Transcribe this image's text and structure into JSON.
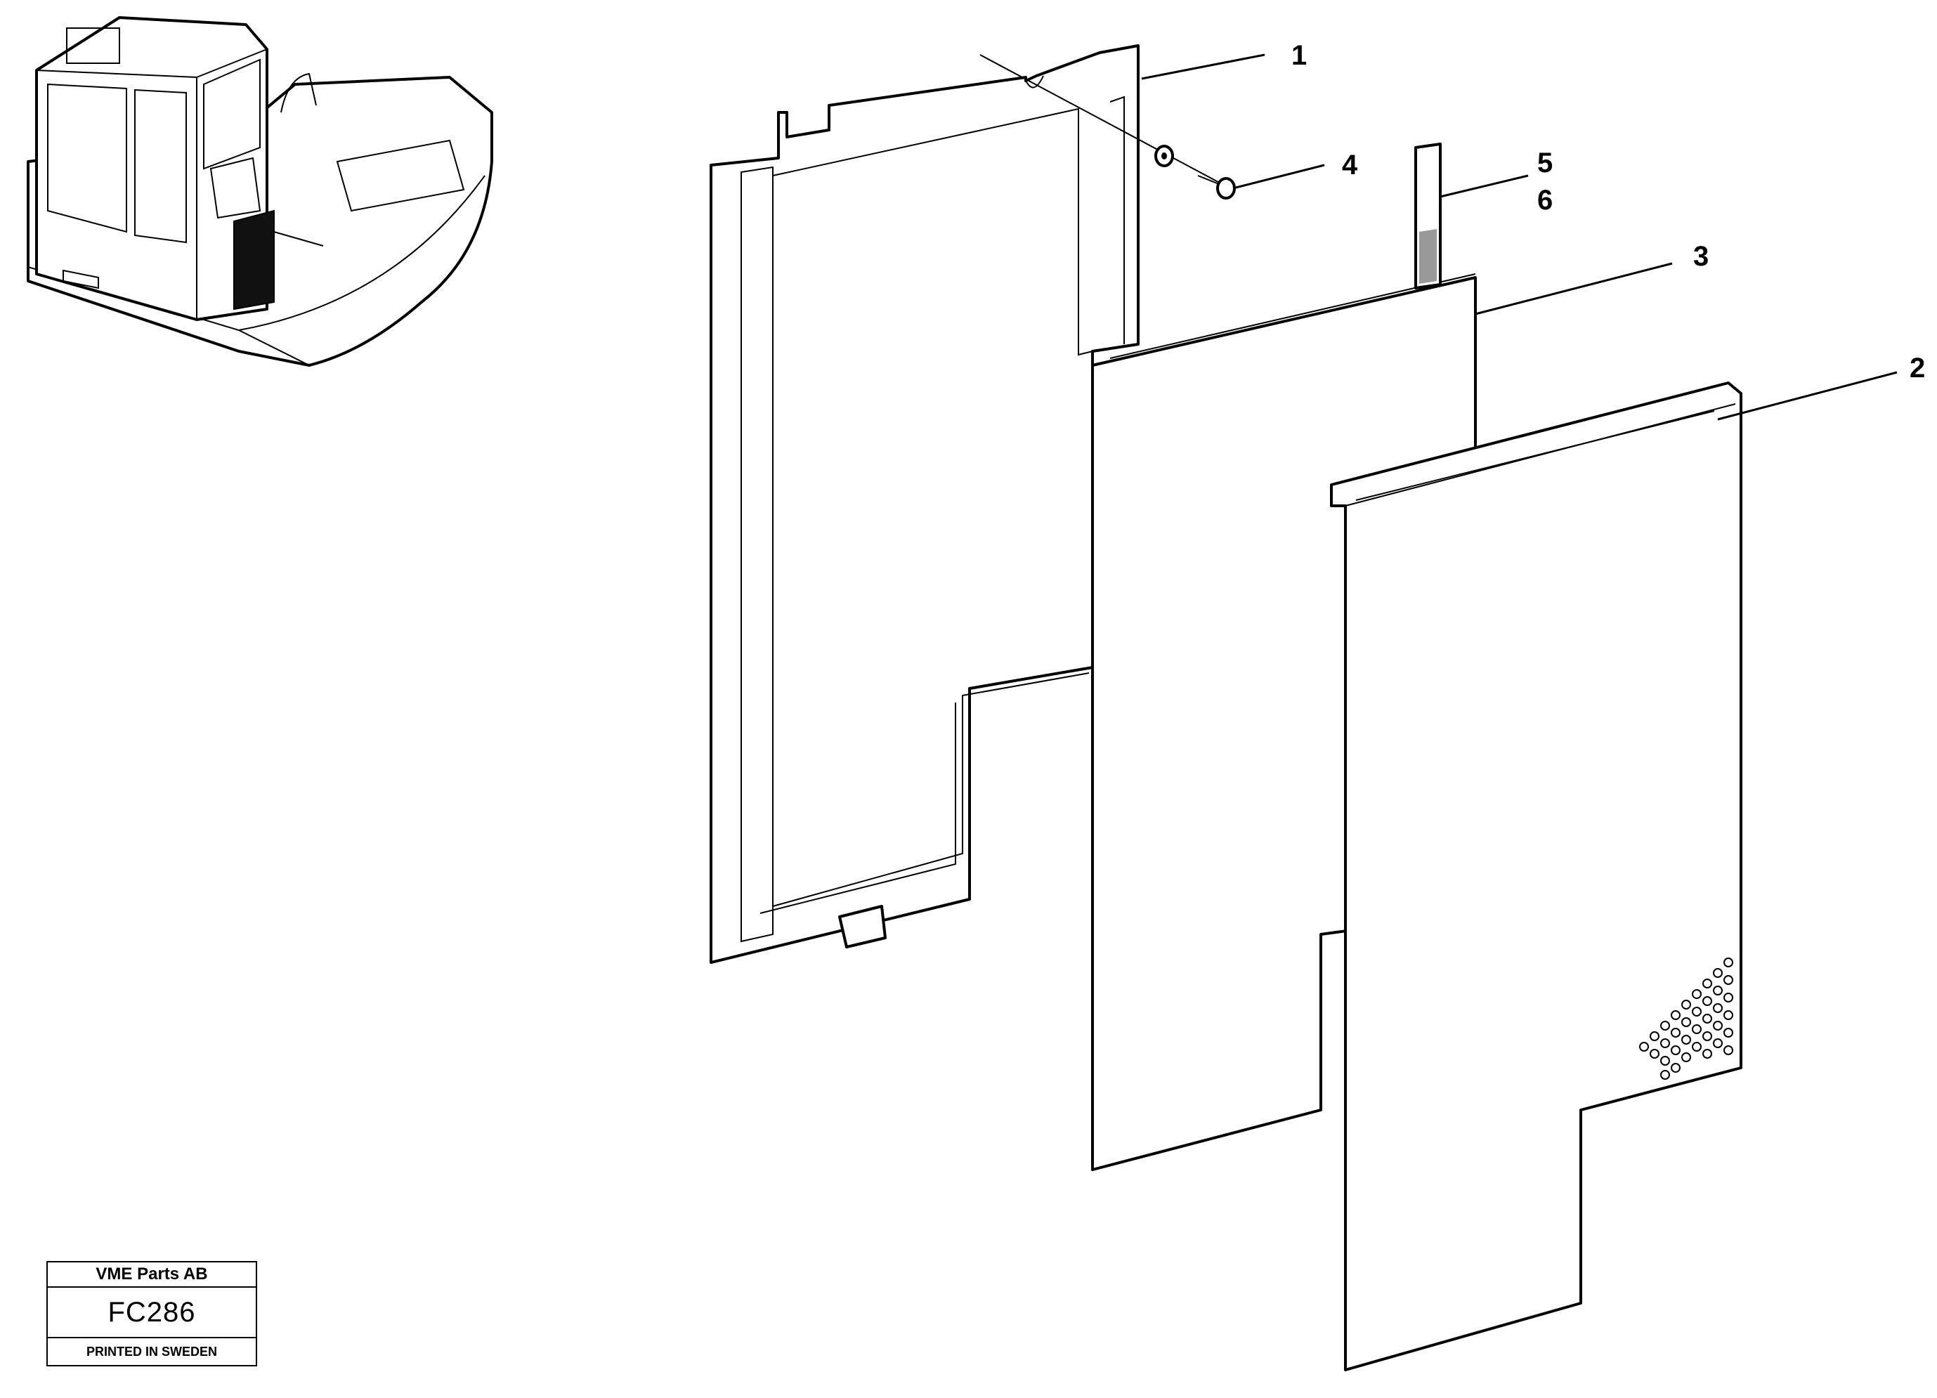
{
  "callouts": {
    "c1": "1",
    "c2": "2",
    "c3": "3",
    "c4": "4",
    "c5": "5",
    "c6": "6"
  },
  "title_block": {
    "company": "VME Parts AB",
    "code": "FC286",
    "printed": "PRINTED IN SWEDEN"
  }
}
